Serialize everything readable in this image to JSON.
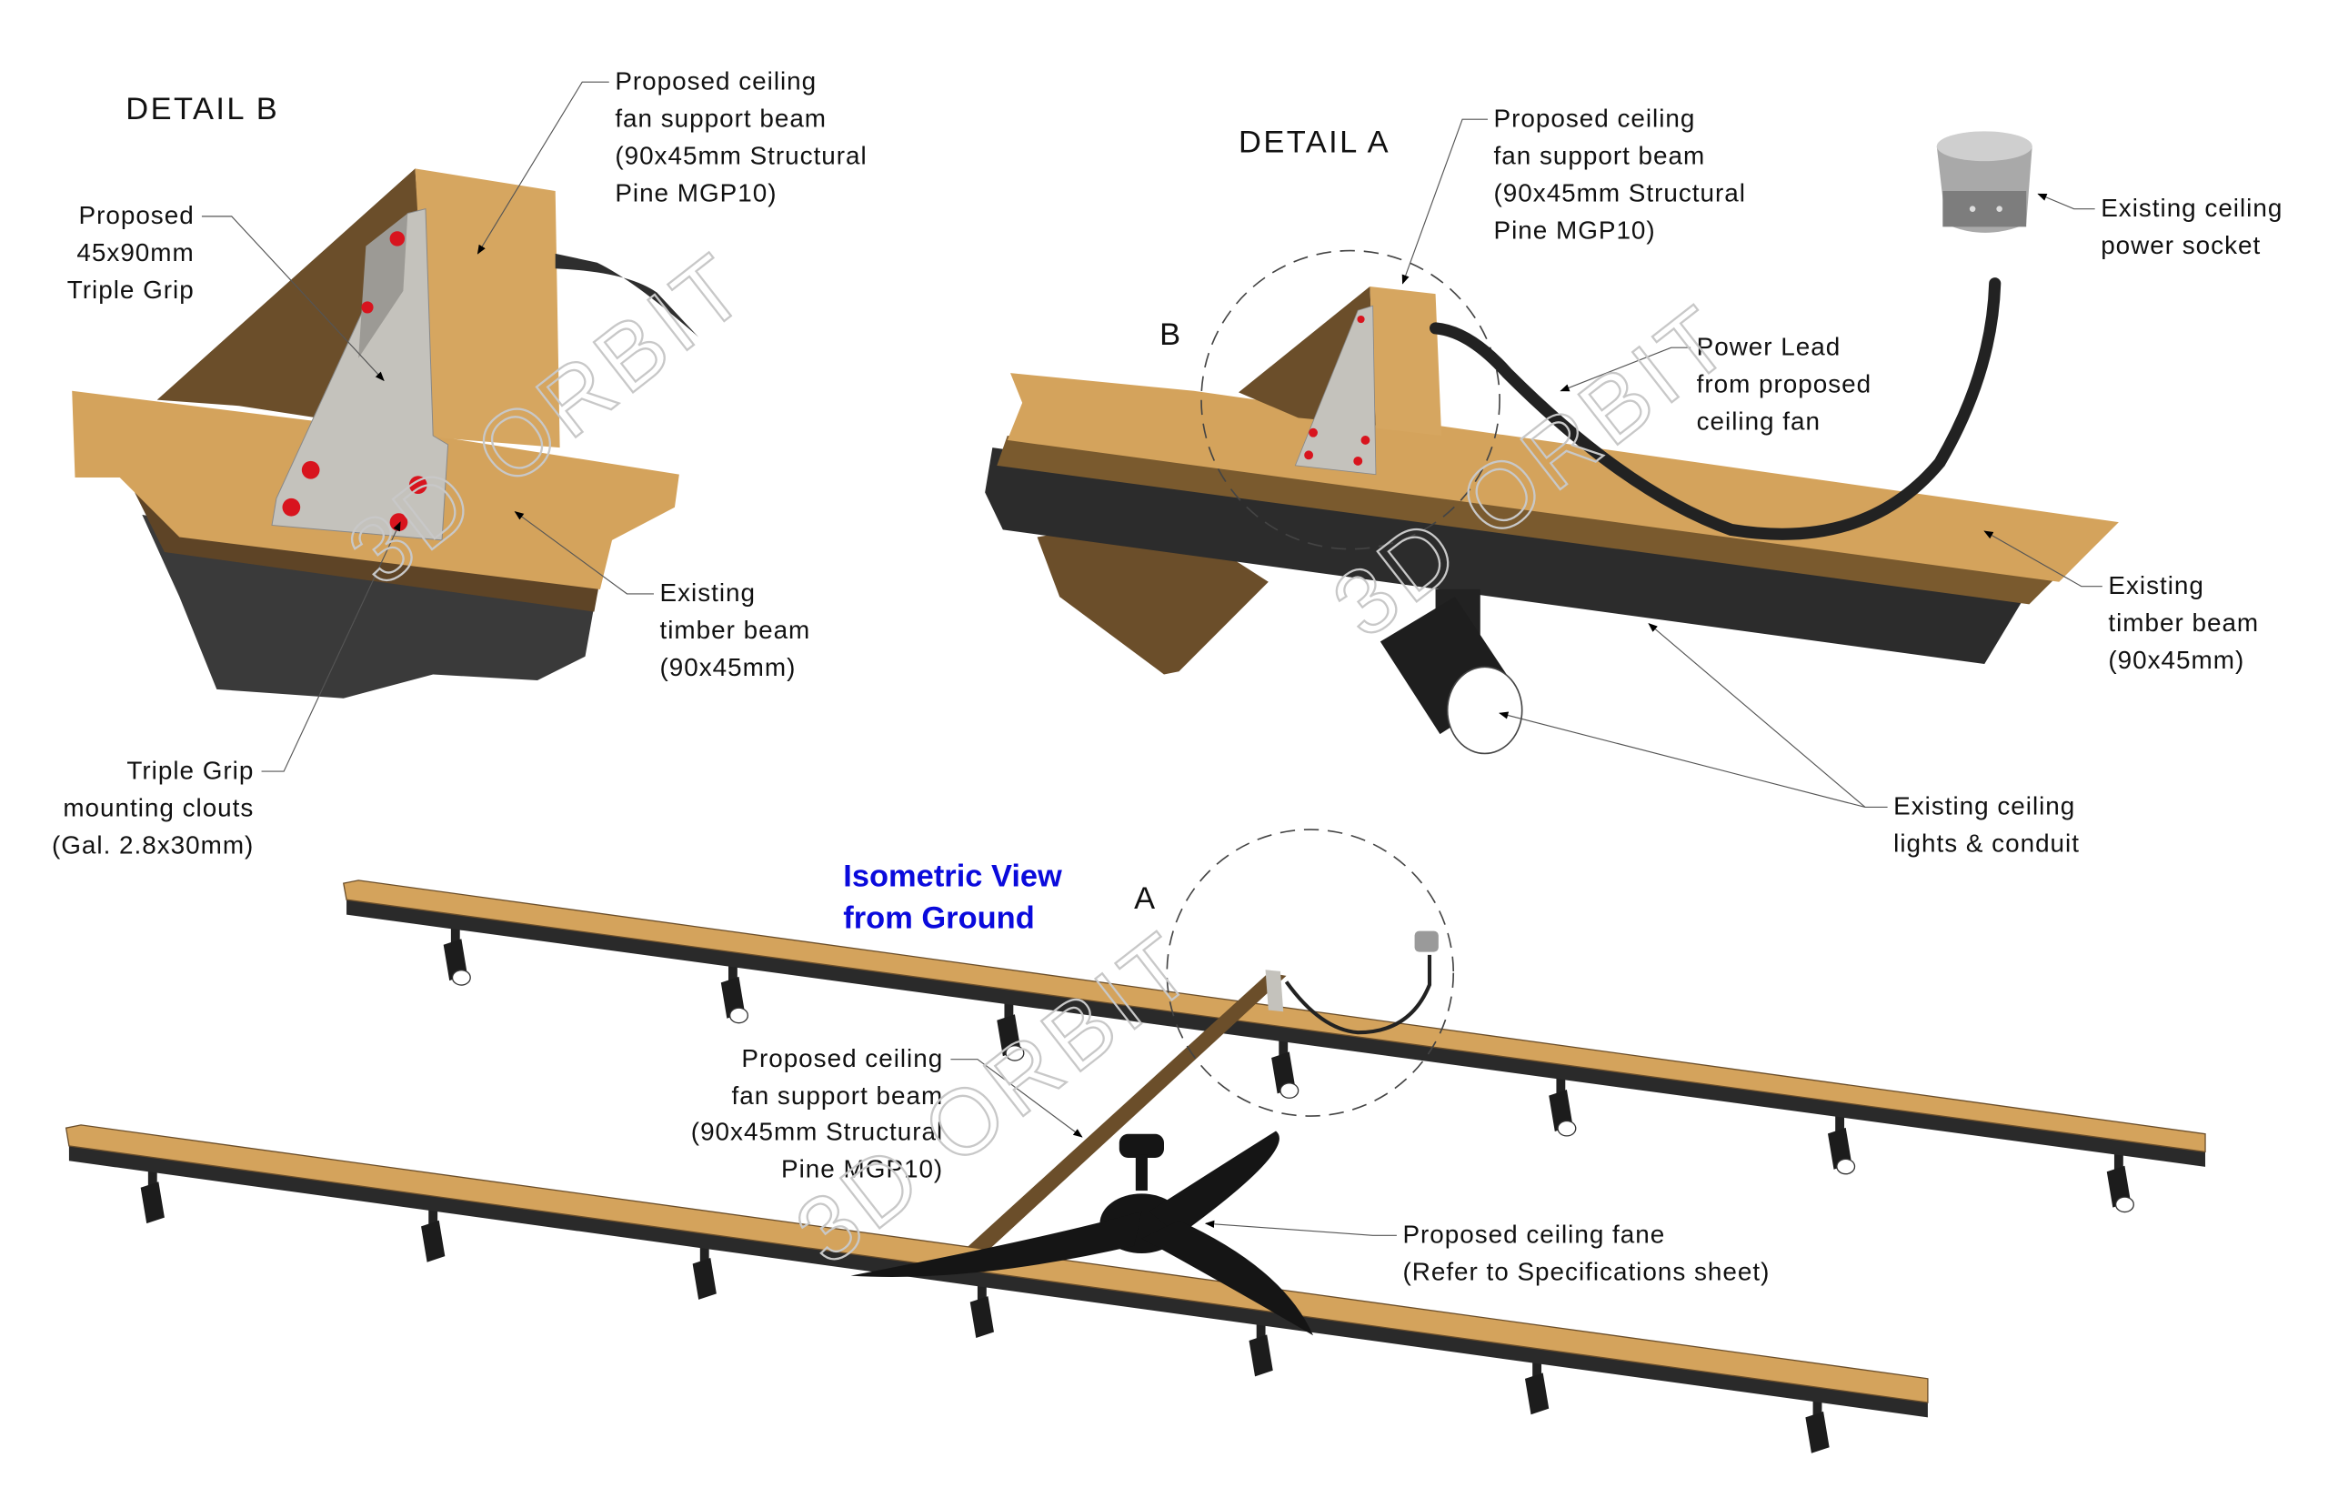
{
  "detail_b": {
    "title": "DETAIL B",
    "support_beam_label": [
      "Proposed ceiling",
      "fan support beam",
      "(90x45mm Structural",
      "Pine MGP10)"
    ],
    "triple_grip_label": [
      "Proposed",
      "45x90mm",
      "Triple Grip"
    ],
    "existing_beam_label": [
      "Existing",
      "timber beam",
      "(90x45mm)"
    ],
    "clouts_label": [
      "Triple Grip",
      "mounting clouts",
      "(Gal. 2.8x30mm)"
    ]
  },
  "detail_a": {
    "title": "DETAIL A",
    "marker_b": "B",
    "support_beam_label": [
      "Proposed ceiling",
      "fan support beam",
      "(90x45mm Structural",
      "Pine MGP10)"
    ],
    "socket_label": [
      "Existing ceiling",
      "power socket"
    ],
    "power_lead_label": [
      "Power Lead",
      "from proposed",
      "ceiling fan"
    ],
    "existing_beam_label": [
      "Existing",
      "timber beam",
      "(90x45mm)"
    ],
    "lights_label": [
      "Existing ceiling",
      "lights & conduit"
    ]
  },
  "isometric": {
    "title": [
      "Isometric View",
      "from Ground"
    ],
    "title_color": "#0a0adc",
    "marker_a": "A",
    "support_beam_label": [
      "Proposed ceiling",
      "fan support beam",
      "(90x45mm Structural",
      "Pine MGP10)"
    ],
    "fan_label": [
      "Proposed ceiling fane",
      "(Refer to Specifications sheet)"
    ]
  },
  "watermark": "3D ORBIT",
  "colors": {
    "timber": "#d4a35c",
    "timber_dark": "#6b4e2a",
    "steel": "#c4c2bc",
    "conduit": "#2e2e2e",
    "clout": "#d8141e"
  }
}
